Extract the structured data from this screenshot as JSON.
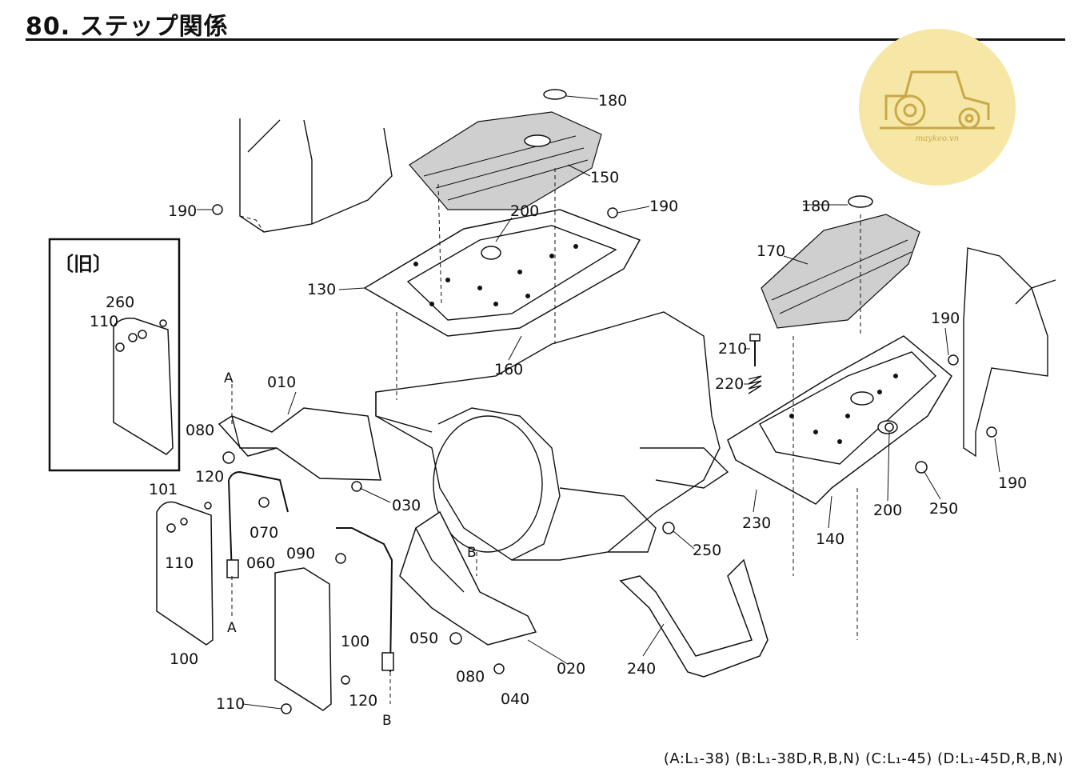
{
  "header": {
    "title": "80. ステップ関係"
  },
  "legacy_box": {
    "title": "〔旧〕",
    "labels": [
      "260",
      "110"
    ]
  },
  "watermark": {
    "text": "maykeo.vn",
    "color": "#f7e7a6"
  },
  "part_labels": [
    "180",
    "150",
    "190",
    "200",
    "130",
    "160",
    "010",
    "080",
    "120",
    "101",
    "110",
    "070",
    "090",
    "030",
    "060",
    "100",
    "050",
    "020",
    "040",
    "080",
    "240",
    "250",
    "210",
    "220",
    "170",
    "180",
    "190",
    "190",
    "250",
    "200",
    "140",
    "230",
    "100",
    "120",
    "110"
  ],
  "callouts": [
    "A",
    "A",
    "B",
    "B"
  ],
  "footer": {
    "models": "(A:L₁-38) (B:L₁-38D,R,B,N) (C:L₁-45) (D:L₁-45D,R,B,N)"
  }
}
